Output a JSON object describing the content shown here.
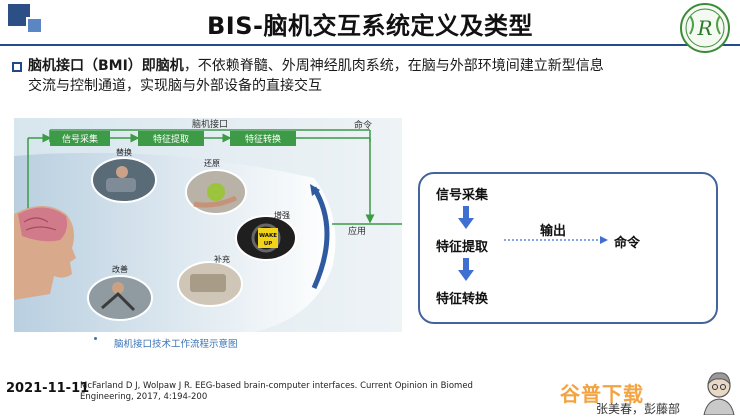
{
  "title": "BIS-脑机交互系统定义及类型",
  "logo_text": "R",
  "intro": {
    "bold": "脑机接口（BMI）即脑机",
    "line1_rest": "，不依赖脊髓、外周神经肌肉系统，在脑与外部环境间建立新型信息",
    "line2": "交流与控制通道，实现脑与外部设备的直接交互"
  },
  "diagram": {
    "top_label": "脑机接口",
    "steps": [
      "信号采集",
      "特征提取",
      "特征转换"
    ],
    "command": "命令",
    "application": "应用",
    "functions": [
      "替换",
      "还原",
      "增强",
      "补充",
      "改善"
    ],
    "wake_text": [
      "WAKE",
      "UP"
    ]
  },
  "flow": {
    "step1": "信号采集",
    "step2": "特征提取",
    "step3": "特征转换",
    "output": "输出",
    "command": "命令"
  },
  "caption": "脑机接口技术工作流程示意图",
  "footer": {
    "date": "2021-11-11",
    "reference_line1": "McFarland D J, Wolpaw J R. EEG-based brain-computer interfaces. Current Opinion in Biomed",
    "reference_line2": "Engineering, 2017, 4:194-200",
    "author": "张美春，彭藤部",
    "watermark": "谷普下载"
  },
  "colors": {
    "accent": "#244c8a",
    "green": "#3d9a46",
    "flow_border": "#44659c",
    "arrow": "#3f6fd1",
    "caption": "#3a74b8"
  }
}
